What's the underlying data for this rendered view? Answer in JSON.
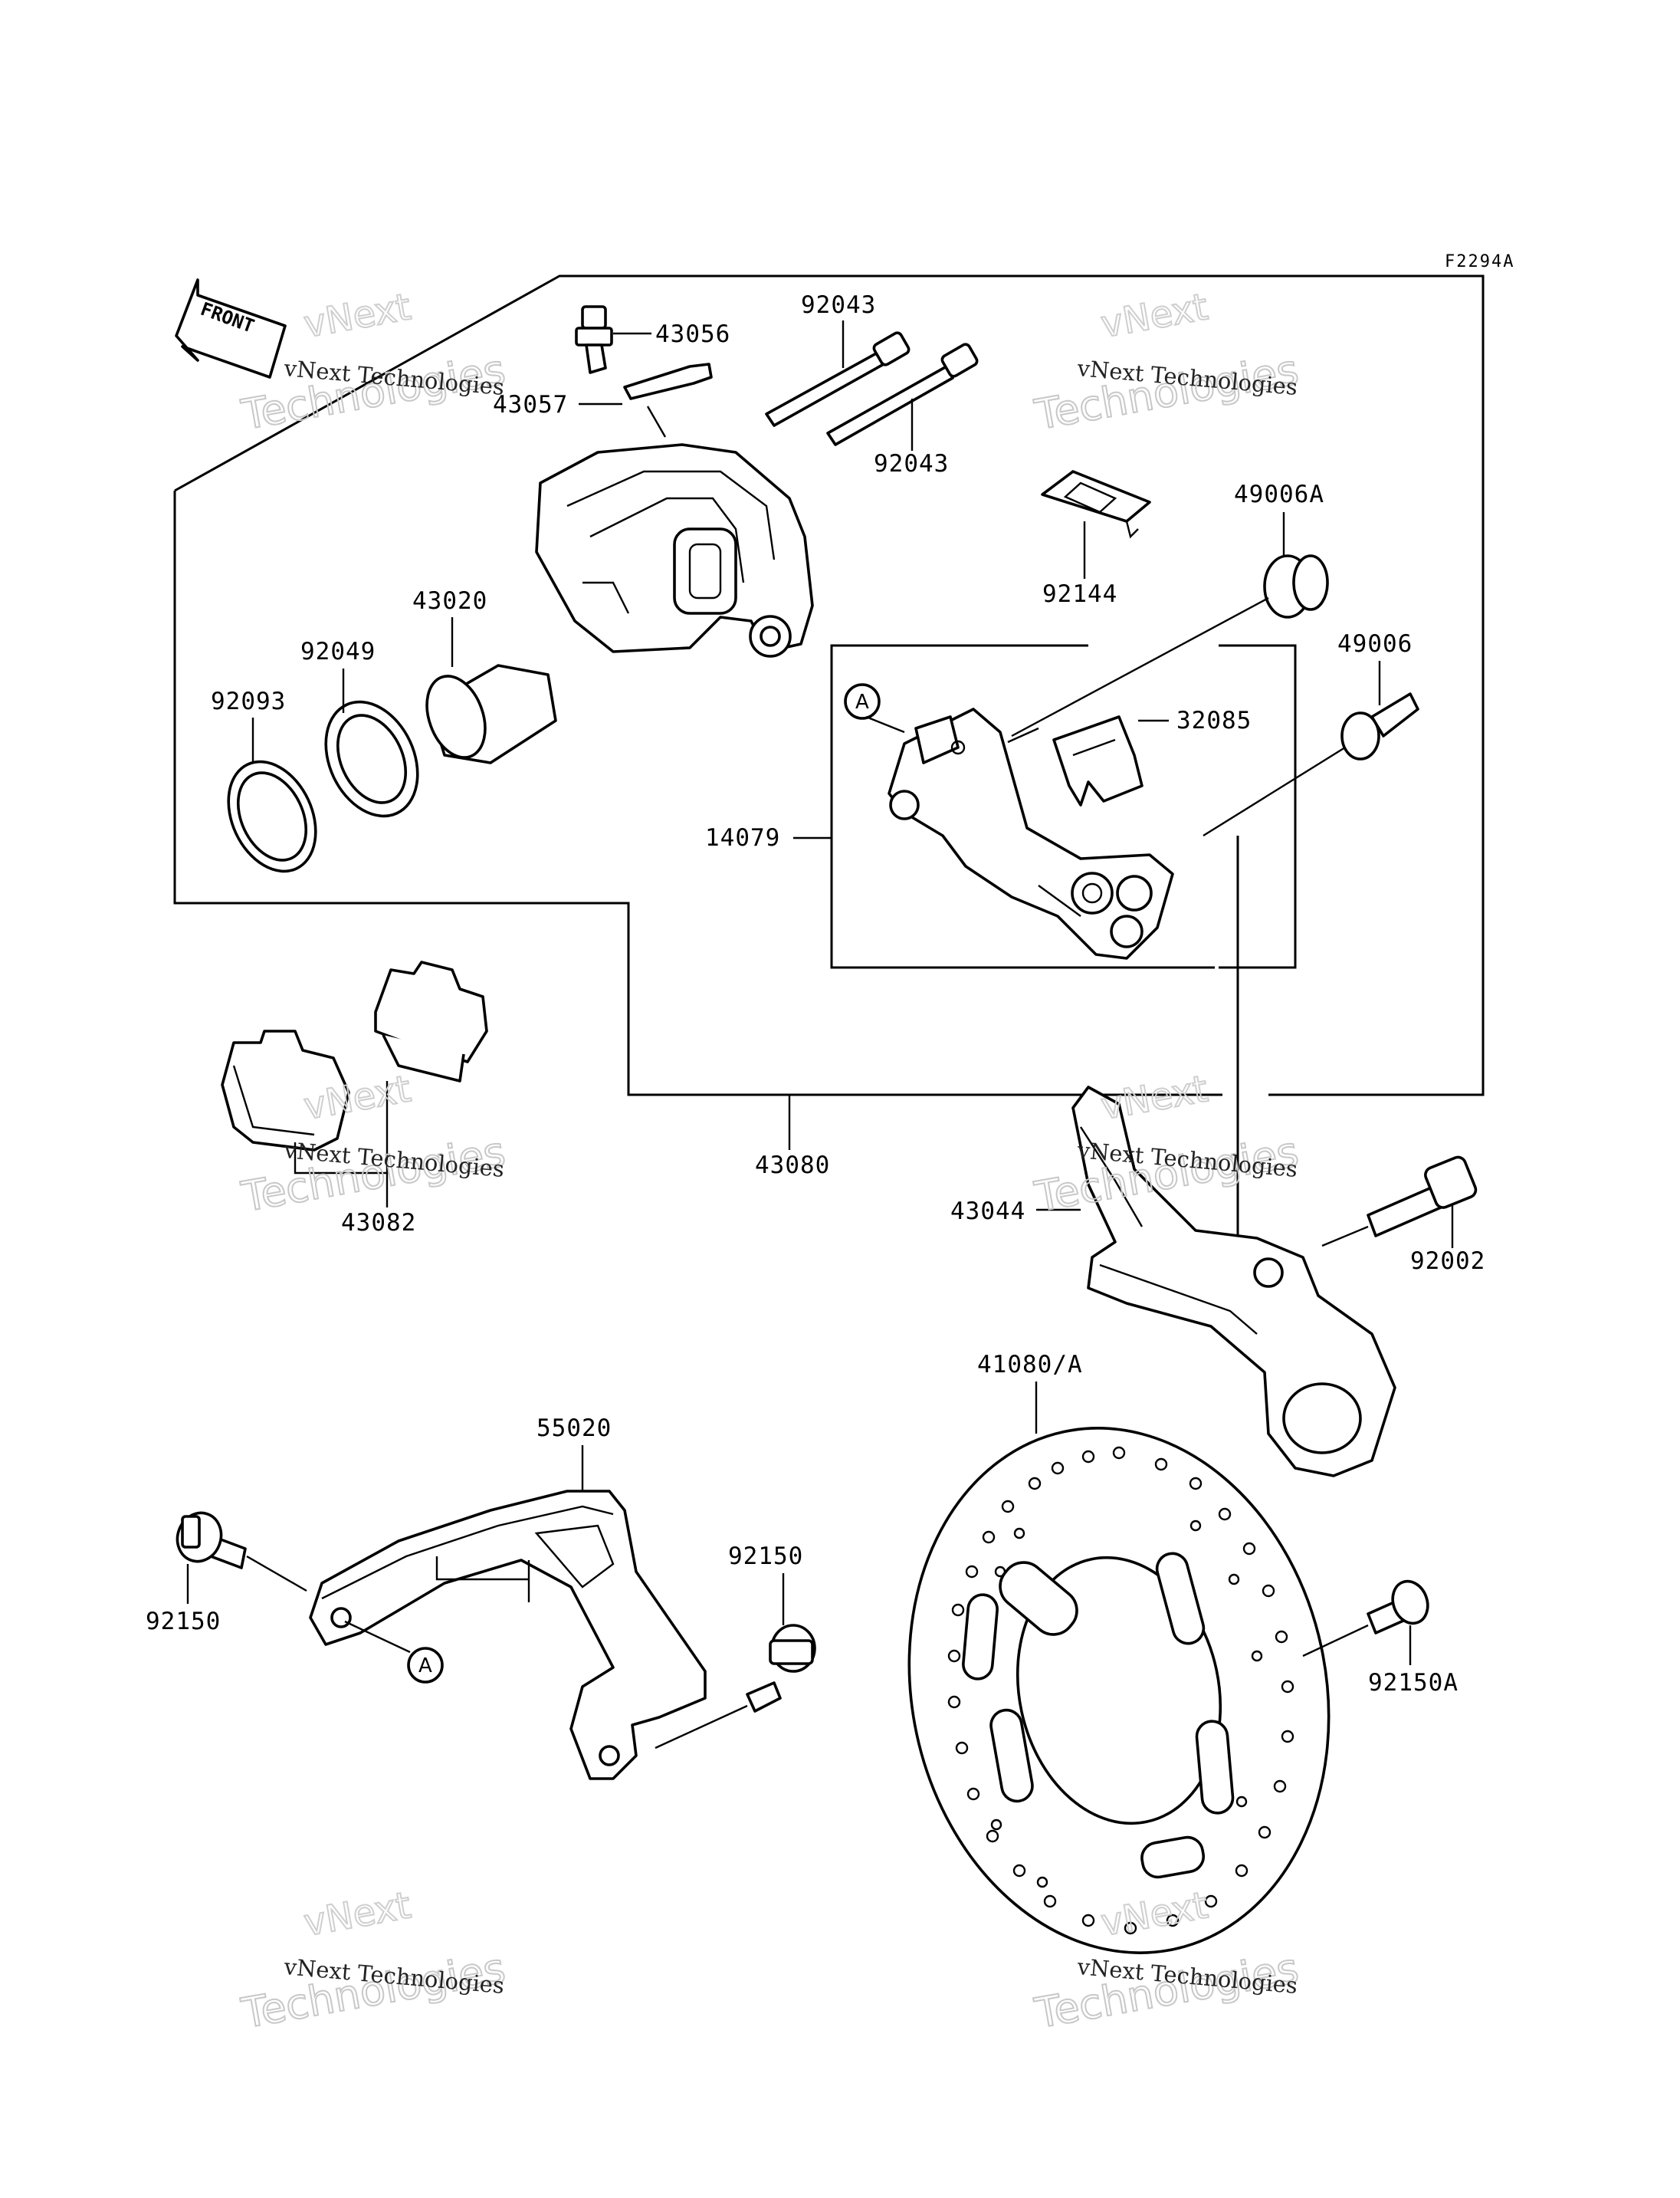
{
  "diagram_code": "F2294A",
  "front_label": "FRONT",
  "watermark": {
    "small": "vNext Technologies",
    "large_top": "vNext",
    "large_bottom": "Technologies"
  },
  "ref_marker": "A",
  "parts": {
    "p43056": "43056",
    "p43057": "43057",
    "p92043_top": "92043",
    "p92043_bottom": "92043",
    "p49006A": "49006A",
    "p92144": "92144",
    "p43020": "43020",
    "p92049": "92049",
    "p92093": "92093",
    "p49006": "49006",
    "p32085": "32085",
    "p14079": "14079",
    "p43080": "43080",
    "p43082": "43082",
    "p43044": "43044",
    "p92002": "92002",
    "p41080A": "41080/A",
    "p55020": "55020",
    "p92150_left": "92150",
    "p92150_mid": "92150",
    "p92150A": "92150A"
  }
}
